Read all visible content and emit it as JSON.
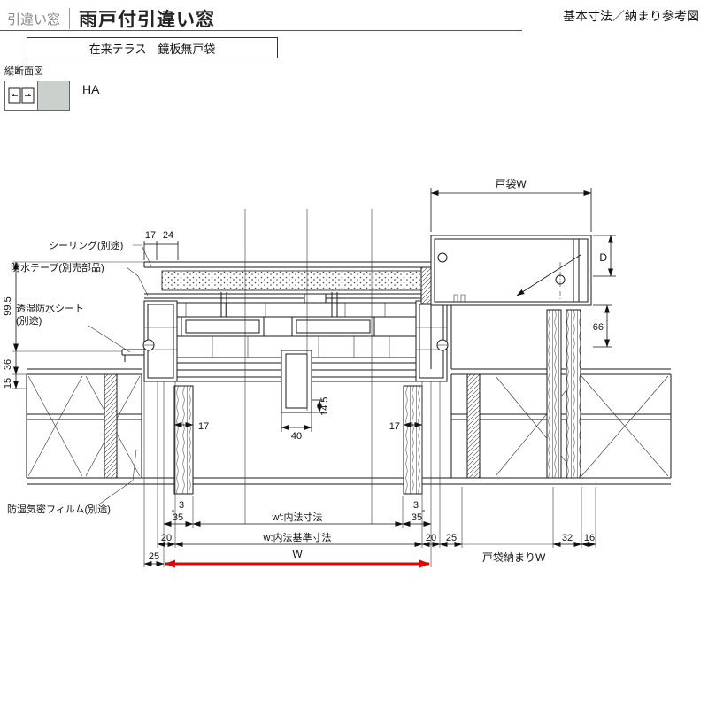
{
  "header": {
    "category": "引違い窓",
    "title": "雨戸付引違い窓",
    "corner_note": "基本寸法／納まり参考図",
    "subtitle": "在来テラス　鏡板無戸袋",
    "section_type": "縦断面図",
    "legend_code": "HA"
  },
  "callouts": {
    "sealing": "シーリング(別途)",
    "waterproof_tape": "防水テープ(別売部品)",
    "moisture_sheet_line1": "透湿防水シート",
    "moisture_sheet_line2": "(別途)",
    "moisture_film": "防湿気密フィルム(別途)"
  },
  "dims": {
    "top_17": "17",
    "top_24": "24",
    "left_99_5": "99.5",
    "left_36": "36",
    "left_15": "15",
    "tobukuro_w": "戸袋W",
    "right_d": "D",
    "right_66": "66",
    "post_17_left": "17",
    "center_40": "40",
    "center_14_5": "14.5",
    "post_17_right": "17",
    "offset_3_left": "3",
    "offset_3_right": "3",
    "b35_left": "35",
    "b35_right": "35",
    "b20_left": "20",
    "b20_right": "20",
    "b25_left": "25",
    "b25_right": "25",
    "b32": "32",
    "b16": "16",
    "w_inner": "w′:内法寸法",
    "w_base": "w:内法基準寸法",
    "w_overall": "W",
    "tobukuro_osamari": "戸袋納まりW"
  },
  "colors": {
    "accent_red": "#e60000",
    "legend_gray": "#c9d0cb"
  }
}
